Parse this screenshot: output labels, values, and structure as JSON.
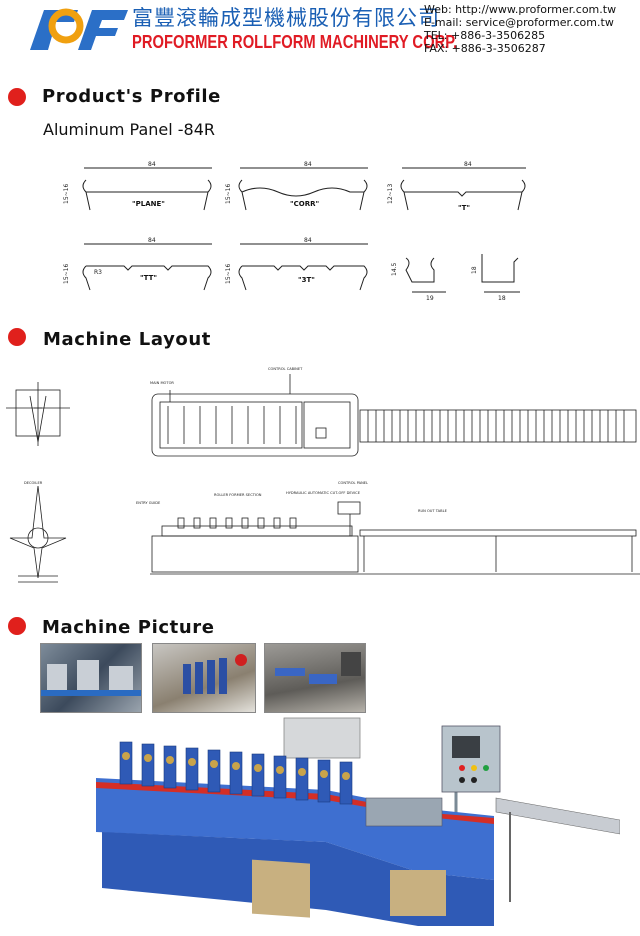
{
  "header": {
    "company_cn": "富豐滾輪成型機械股份有限公司",
    "company_en": "PROFORMER ROLLFORM MACHINERY CORP.",
    "web": "Web: http://www.proformer.com.tw",
    "email": "E-mail: service@proformer.com.tw",
    "tel": "TEL: +886-3-3506285",
    "fax": "FAX: +886-3-3506287",
    "logo_icon": "pf-logo-icon"
  },
  "sections": {
    "profile_title": "Product's Profile",
    "profile_subtitle": "Aluminum Panel -84R",
    "layout_title": "Machine Layout",
    "picture_title": "Machine Picture"
  },
  "profiles": {
    "width_label": "84",
    "height_label": "15~16",
    "height_label_alt": "12~13",
    "radius_label": "R3",
    "labels": [
      "\"PLANE\"",
      "\"CORR\"",
      "\"T\"",
      "\"TT\"",
      "\"3T\""
    ],
    "clip_small": {
      "height": "14.5",
      "width": "19"
    },
    "clip_large": {
      "height": "18",
      "width": "18"
    }
  },
  "layout_labels": {
    "main_motor": "MAIN MOTOR",
    "control_cabinet": "CONTROL CABINET",
    "decoiler": "DECOILER",
    "entry_guide": "ENTRY GUIDE",
    "roller_section": "ROLLER FORMER SECTION",
    "cutoff": "HYDRAULIC AUTOMATIC CUT-OFF DEVICE",
    "control_panel": "CONTROL PANEL",
    "runout": "RUN OUT TABLE"
  },
  "colors": {
    "accent_red": "#e0201c",
    "brand_blue": "#1a5fb4",
    "brand_red": "#e01b24"
  }
}
